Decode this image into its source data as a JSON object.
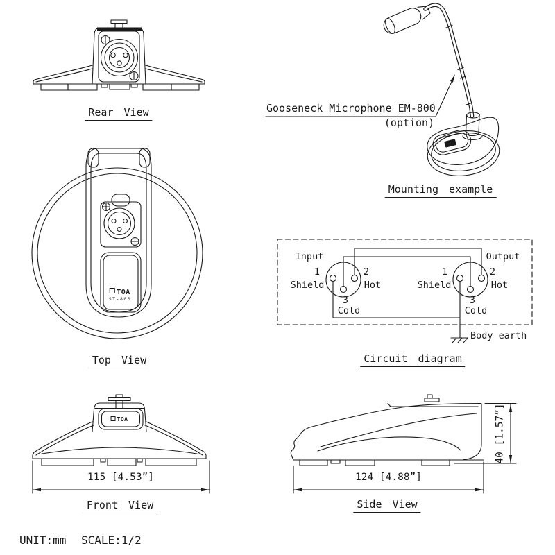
{
  "title_block": {
    "unit": "UNIT:mm",
    "scale": "SCALE:1/2"
  },
  "branding": {
    "logo": "TOA",
    "model": "ST-800"
  },
  "colors": {
    "line": "#1a1a1a",
    "background": "#ffffff"
  },
  "views": {
    "rear": {
      "label": "Rear View"
    },
    "top": {
      "label": "Top View"
    },
    "front": {
      "label": "Front View",
      "width_dim": "115 [4.53”]"
    },
    "side": {
      "label": "Side View",
      "width_dim": "124 [4.88”]",
      "height_dim": "40 [1.57”]"
    },
    "mounting": {
      "label": "Mounting example",
      "callout_line1": "Gooseneck Microphone EM-800",
      "callout_line2": "(option)"
    },
    "circuit": {
      "label": "Circuit diagram",
      "body_earth": "Body earth",
      "input_title": "Input",
      "output_title": "Output",
      "pin1": "1",
      "pin1_name": "Shield",
      "pin2": "2",
      "pin2_name": "Hot",
      "pin3": "3",
      "pin3_name": "Cold"
    }
  }
}
